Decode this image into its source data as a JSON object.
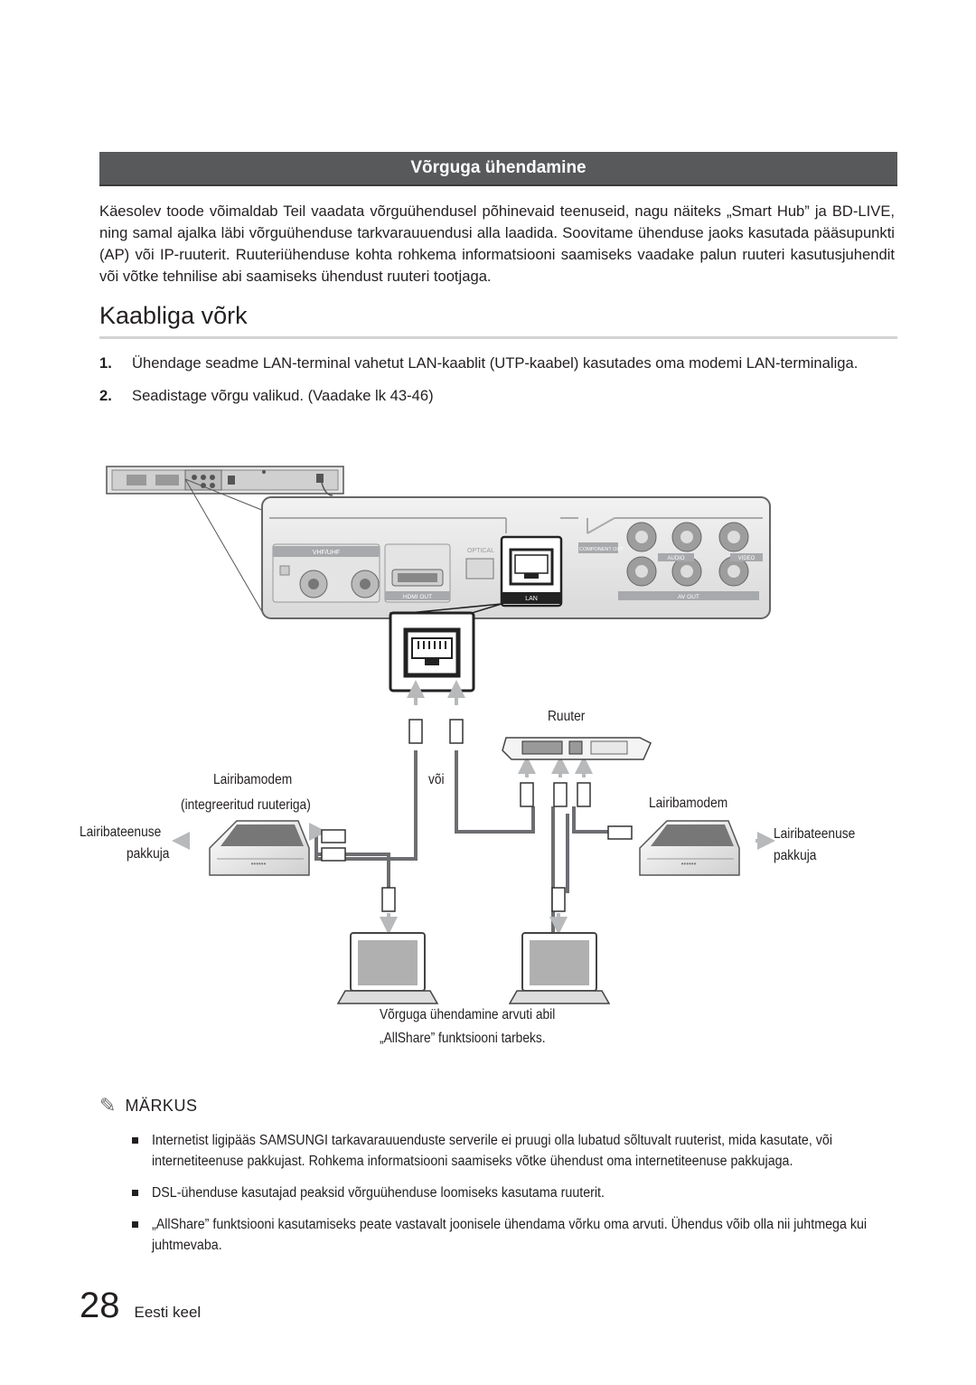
{
  "section": {
    "title": "Võrguga ühendamine"
  },
  "intro": "Käesolev toode võimaldab Teil vaadata võrguühendusel põhinevaid teenuseid, nagu näiteks „Smart Hub” ja BD-LIVE, ning samal ajalka läbi võrguühenduse tarkvarauuendusi alla laadida. Soovitame ühenduse jaoks kasutada pääsupunkti (AP) või IP-ruuterit. Ruuteriühenduse kohta rohkema informatsiooni saamiseks vaadake palun ruuteri kasutusjuhendit või võtke tehnilise abi saamiseks ühendust ruuteri tootjaga.",
  "heading": "Kaabliga võrk",
  "steps": [
    {
      "num": "1.",
      "text": "Ühendage seadme LAN-terminal vahetut LAN-kaablit (UTP-kaabel) kasutades oma modemi LAN-terminaliga."
    },
    {
      "num": "2.",
      "text": "Seadistage võrgu valikud. (Vaadake lk 43-46)"
    }
  ],
  "diagram": {
    "panel_labels": {
      "vhf": "VHF/UHF",
      "hdmi": "HDMI OUT",
      "optical": "OPTICAL",
      "lan": "LAN",
      "component": "COMPONENT OUT",
      "audio": "AUDIO",
      "video": "VIDEO",
      "av_out": "AV OUT"
    },
    "ruuter": "Ruuter",
    "voi": "või",
    "modem_left_1": "Lairibamodem",
    "modem_left_2": "(integreeritud ruuteriga)",
    "modem_right": "Lairibamodem",
    "provider_left_1": "Lairibateenuse",
    "provider_left_2": "pakkuja",
    "provider_right_1": "Lairibateenuse",
    "provider_right_2": "pakkuja",
    "caption_1": "Võrguga ühendamine arvuti abil",
    "caption_2": "„AllShare” funktsiooni tarbeks."
  },
  "notes": {
    "title": "MÄRKUS",
    "items": [
      "Internetist ligipääs SAMSUNGI tarkavarauuenduste serverile ei pruugi olla lubatud sõltuvalt ruuterist, mida kasutate, või internetiteenuse pakkujast. Rohkema informatsiooni saamiseks võtke ühendust oma internetiteenuse pakkujaga.",
      "DSL-ühenduse kasutajad peaksid võrguühenduse loomiseks kasutama ruuterit.",
      "„AllShare” funktsiooni kasutamiseks peate vastavalt joonisele ühendama võrku oma arvuti. Ühendus võib olla nii juhtmega kui juhtmevaba."
    ]
  },
  "footer": {
    "page": "28",
    "language": "Eesti keel"
  }
}
